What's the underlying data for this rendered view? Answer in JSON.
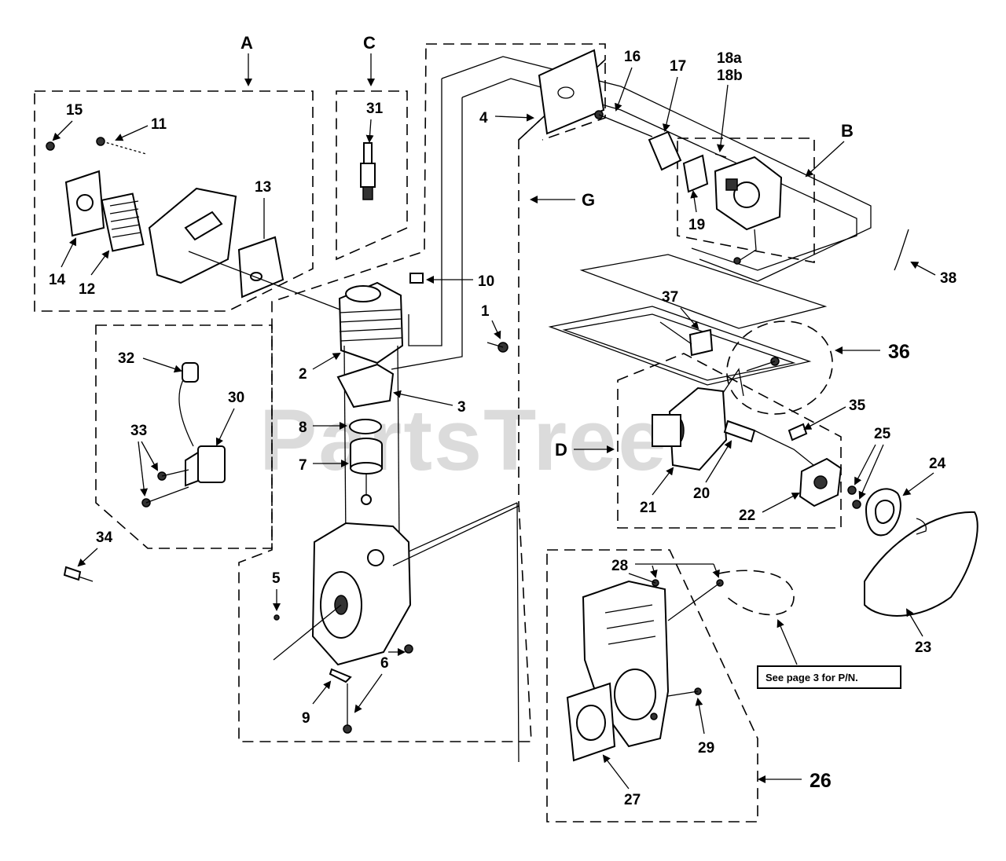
{
  "watermark": "PartsTree",
  "note_box": "See page 3 for P/N.",
  "group_labels": [
    {
      "id": "A",
      "text": "A"
    },
    {
      "id": "B",
      "text": "B"
    },
    {
      "id": "C",
      "text": "C"
    },
    {
      "id": "D",
      "text": "D"
    },
    {
      "id": "G",
      "text": "G"
    },
    {
      "id": "26",
      "text": "26"
    },
    {
      "id": "36",
      "text": "36"
    }
  ],
  "part_labels": [
    {
      "id": "1",
      "text": "1"
    },
    {
      "id": "2",
      "text": "2"
    },
    {
      "id": "3",
      "text": "3"
    },
    {
      "id": "4",
      "text": "4"
    },
    {
      "id": "5",
      "text": "5"
    },
    {
      "id": "6",
      "text": "6"
    },
    {
      "id": "7",
      "text": "7"
    },
    {
      "id": "8",
      "text": "8"
    },
    {
      "id": "9",
      "text": "9"
    },
    {
      "id": "10",
      "text": "10"
    },
    {
      "id": "11",
      "text": "11"
    },
    {
      "id": "12",
      "text": "12"
    },
    {
      "id": "13",
      "text": "13"
    },
    {
      "id": "14",
      "text": "14"
    },
    {
      "id": "15",
      "text": "15"
    },
    {
      "id": "16",
      "text": "16"
    },
    {
      "id": "17",
      "text": "17"
    },
    {
      "id": "18a",
      "text": "18a"
    },
    {
      "id": "18b",
      "text": "18b"
    },
    {
      "id": "19",
      "text": "19"
    },
    {
      "id": "20",
      "text": "20"
    },
    {
      "id": "21",
      "text": "21"
    },
    {
      "id": "22",
      "text": "22"
    },
    {
      "id": "23",
      "text": "23"
    },
    {
      "id": "24",
      "text": "24"
    },
    {
      "id": "25",
      "text": "25"
    },
    {
      "id": "27",
      "text": "27"
    },
    {
      "id": "28",
      "text": "28"
    },
    {
      "id": "29",
      "text": "29"
    },
    {
      "id": "30",
      "text": "30"
    },
    {
      "id": "31",
      "text": "31"
    },
    {
      "id": "32",
      "text": "32"
    },
    {
      "id": "33",
      "text": "33"
    },
    {
      "id": "34",
      "text": "34"
    },
    {
      "id": "35",
      "text": "35"
    },
    {
      "id": "37",
      "text": "37"
    },
    {
      "id": "38",
      "text": "38"
    }
  ]
}
